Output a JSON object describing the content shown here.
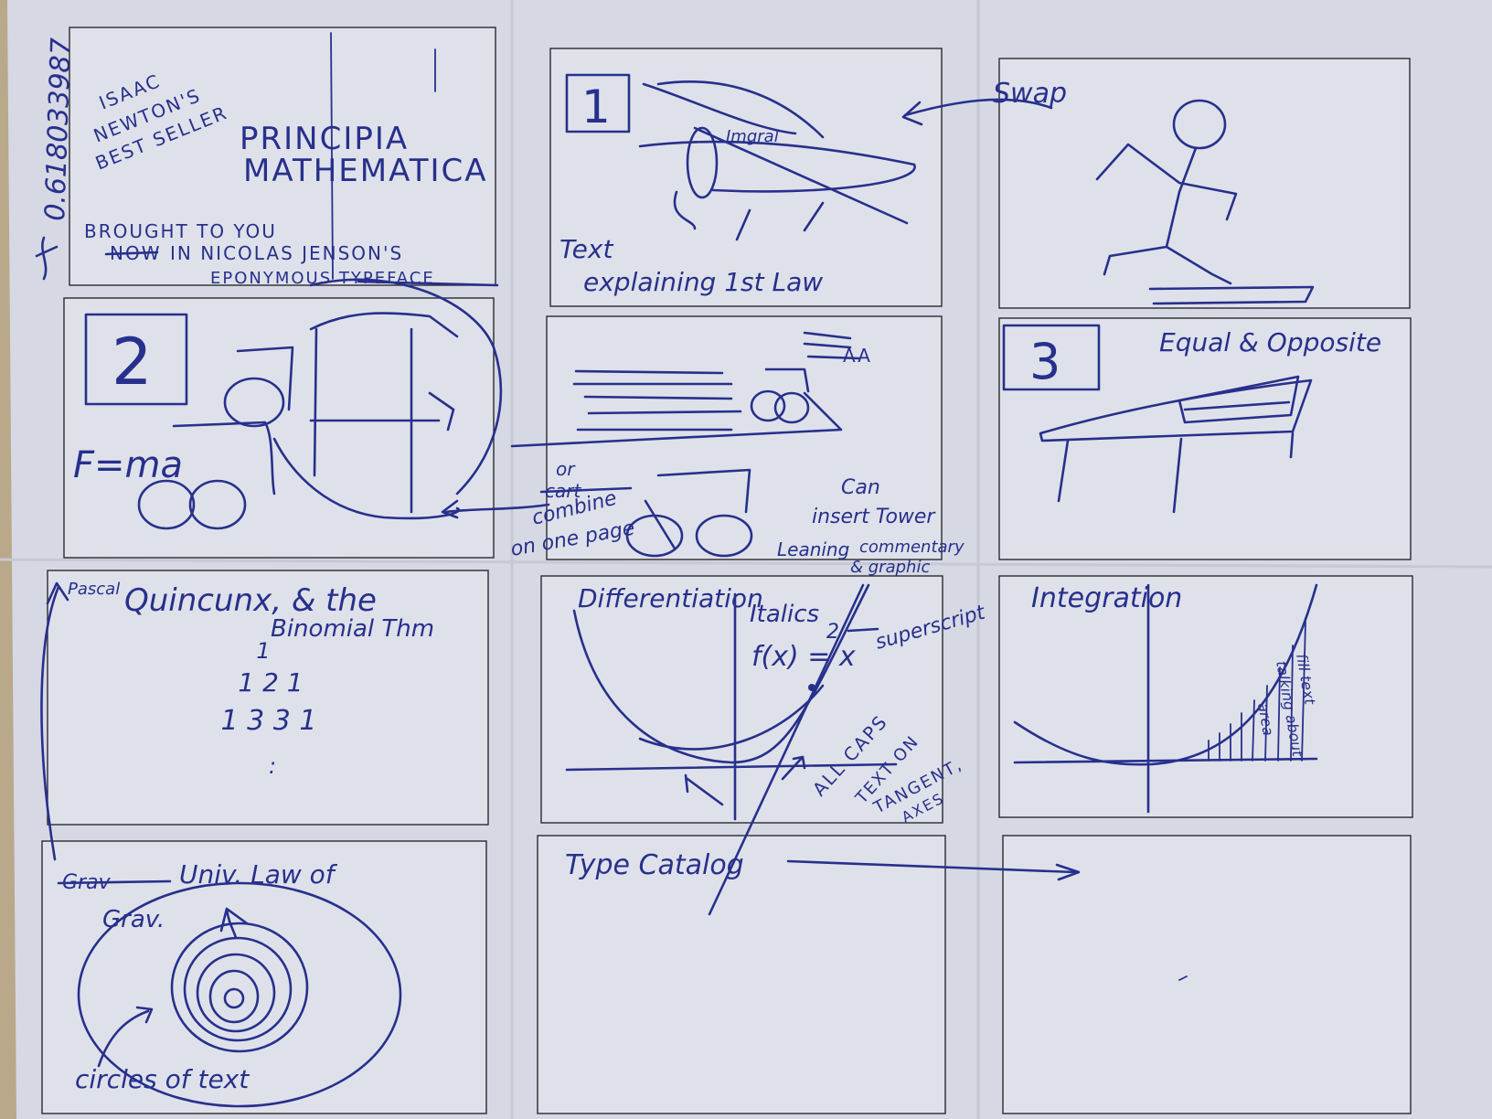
{
  "margin": {
    "number": "0.618033987"
  },
  "panel_1": {
    "sidebar_line1": "ISAAC",
    "sidebar_line2": "NEWTON'S",
    "sidebar_line3": "BEST SELLER",
    "title_line1": "PRINCIPIA",
    "title_line2": "MATHEMATICA",
    "credit_line1": "BROUGHT TO YOU",
    "credit_struck": "NOW",
    "credit_line2": "IN NICOLAS JENSON'S",
    "credit_line3": "EPONYMOUS TYPEFACE"
  },
  "panel_2": {
    "number": "1",
    "bubble_label": "Imgral",
    "caption_line1": "Text",
    "caption_line2": "explaining 1st Law"
  },
  "panel_3": {
    "note": "Swap"
  },
  "panel_4": {
    "number": "2",
    "formula": "F=ma"
  },
  "panel_5": {
    "mark": "AA",
    "note_struck": "cart",
    "note_line1": "or",
    "note_line2": "combine",
    "note_line3": "on one page",
    "right_note_line1": "Can",
    "right_note_line2": "insert Tower",
    "right_note_line3": "Leaning",
    "right_note_line4": "commentary",
    "right_note_line5": "& graphic"
  },
  "panel_6": {
    "number": "3",
    "title": "Equal & Opposite"
  },
  "panel_7": {
    "side_note": "Pascal",
    "title_line1": "Quincunx, & the",
    "title_line2": "Binomial Thm",
    "row_1": "1",
    "row_2": "1 2 1",
    "row_3": "1 3 3 1",
    "ellipsis": ":"
  },
  "panel_8": {
    "title": "Differentiation",
    "italic_note": "Italics",
    "formula": "f(x) = x",
    "exponent": "2",
    "superscript_note": "superscript",
    "caps_note_line1": "ALL CAPS",
    "caps_note_line2": "TEXT ON",
    "caps_note_line3": "TANGENT,",
    "caps_note_line4": "AXES"
  },
  "panel_9": {
    "title": "Integration",
    "side_note_line1": "fill text",
    "side_note_line2": "talking about",
    "side_note_line3": "area"
  },
  "panel_10": {
    "struck_word": "Grav",
    "title_line1": "Univ. Law of",
    "title_line2": "Grav.",
    "caption": "circles of text"
  },
  "panel_11": {
    "title": "Type Catalog"
  },
  "panel_12": {}
}
